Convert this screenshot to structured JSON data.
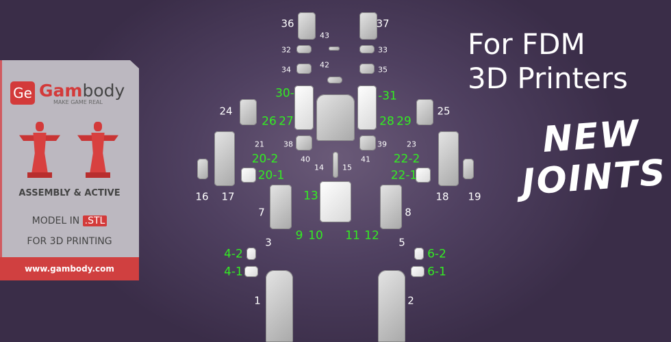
{
  "panel": {
    "logo_mark": "Ge",
    "logo_name_red": "Gam",
    "logo_name_dark": "body",
    "tagline": "MAKE GAME REAL",
    "line1": "ASSEMBLY & ACTIVE",
    "line2": "MODEL IN",
    "line2_badge": ".STL",
    "line3": "FOR 3D PRINTING",
    "url": "www.gambody.com"
  },
  "headline": {
    "line1": "For FDM",
    "line2": "3D Printers"
  },
  "badge": {
    "line1": "NEW",
    "line2": "JOINTS"
  },
  "labels_white": [
    "36",
    "37",
    "43",
    "32",
    "33",
    "42",
    "34",
    "35",
    "24",
    "25",
    "21",
    "23",
    "38",
    "39",
    "40",
    "41",
    "14",
    "15",
    "16",
    "17",
    "18",
    "19",
    "7",
    "8",
    "3",
    "5",
    "1",
    "2"
  ],
  "labels_green": [
    "30-",
    "-31",
    "26",
    "27",
    "28",
    "29",
    "20-2",
    "22-2",
    "20-1",
    "22-1",
    "13",
    "9",
    "10",
    "11",
    "12",
    "4-2",
    "6-2",
    "4-1",
    "6-1"
  ],
  "colors": {
    "accent": "#d33a3a",
    "green_label": "#33ee22",
    "background": "#4f4060"
  }
}
